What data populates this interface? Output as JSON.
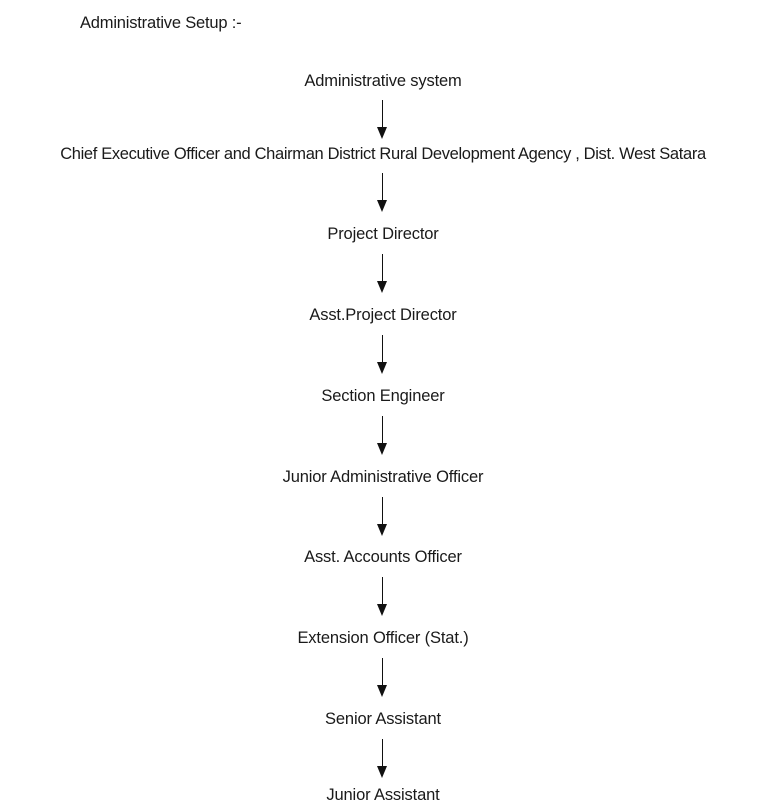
{
  "document": {
    "title": "Administrative Setup :-",
    "background_color": "#ffffff",
    "text_color": "#1a1a1a"
  },
  "chart_data": {
    "type": "diagram",
    "diagram_kind": "vertical-flowchart",
    "title": "Administrative Setup :-",
    "orientation": "top-to-bottom",
    "node_count": 10,
    "connector_count": 9,
    "connector_style": "single-headed solid arrow pointing down",
    "connector_color": "#111111",
    "nodes": [
      {
        "id": "n1",
        "label": "Administrative system"
      },
      {
        "id": "n2",
        "label": "Chief Executive Officer and Chairman District Rural Development Agency , Dist. West Satara"
      },
      {
        "id": "n3",
        "label": "Project Director"
      },
      {
        "id": "n4",
        "label": "Asst.Project Director"
      },
      {
        "id": "n5",
        "label": "Section Engineer"
      },
      {
        "id": "n6",
        "label": "Junior Administrative Officer"
      },
      {
        "id": "n7",
        "label": "Asst. Accounts Officer"
      },
      {
        "id": "n8",
        "label": "Extension Officer (Stat.)"
      },
      {
        "id": "n9",
        "label": "Senior Assistant"
      },
      {
        "id": "n10",
        "label": "Junior Assistant"
      }
    ],
    "edges": [
      {
        "from": "n1",
        "to": "n2"
      },
      {
        "from": "n2",
        "to": "n3"
      },
      {
        "from": "n3",
        "to": "n4"
      },
      {
        "from": "n4",
        "to": "n5"
      },
      {
        "from": "n5",
        "to": "n6"
      },
      {
        "from": "n6",
        "to": "n7"
      },
      {
        "from": "n7",
        "to": "n8"
      },
      {
        "from": "n8",
        "to": "n9"
      },
      {
        "from": "n9",
        "to": "n10"
      }
    ]
  }
}
